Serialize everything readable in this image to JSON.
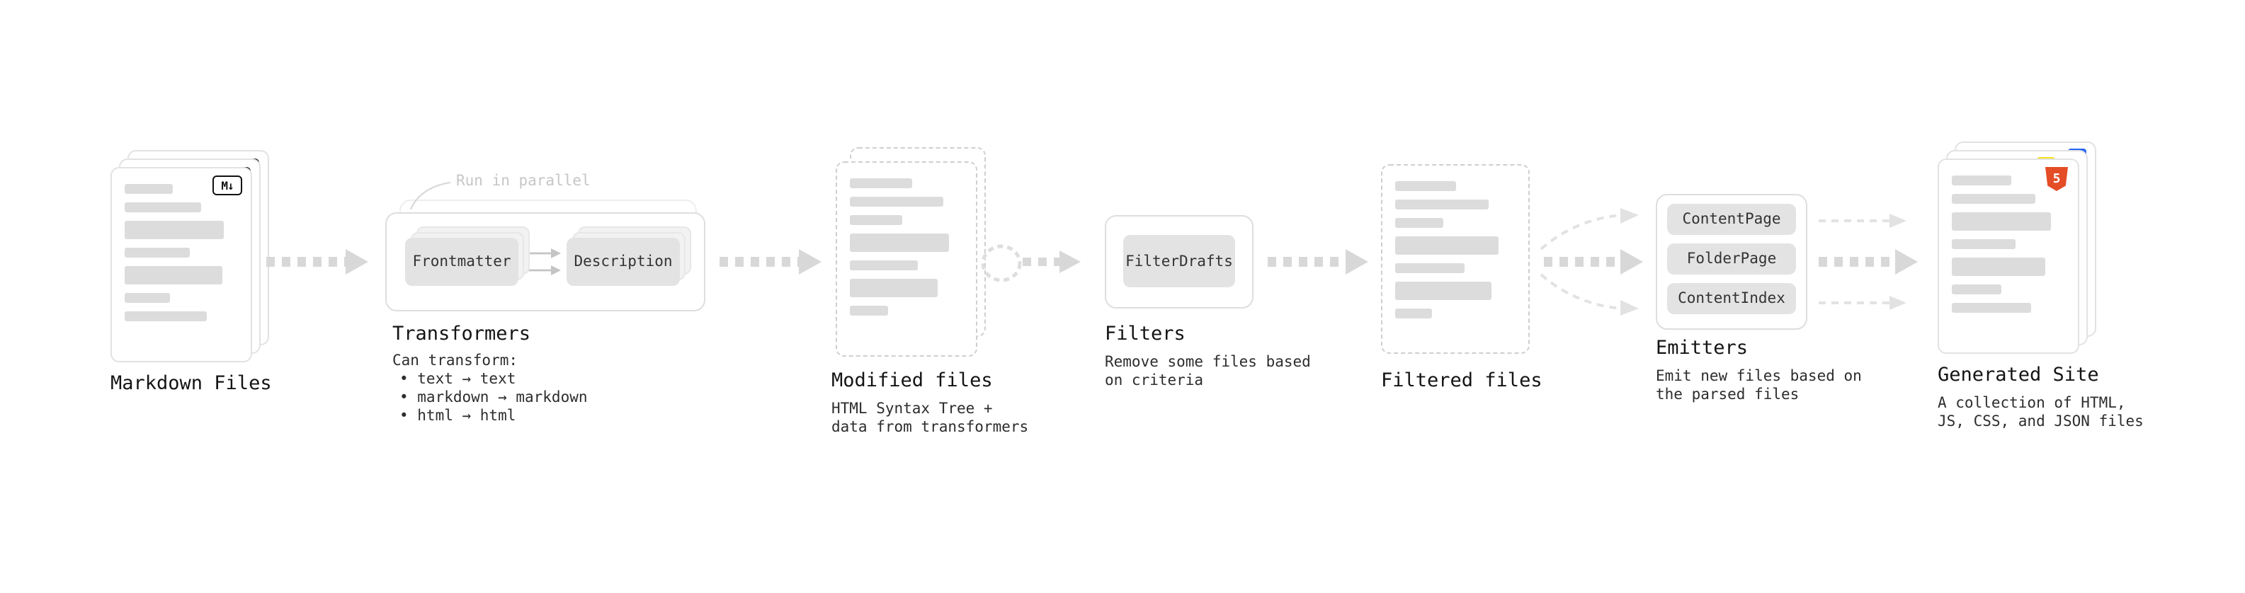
{
  "colors": {
    "arrow": "#d8d8d8",
    "thin_arrow": "#e2e2e2",
    "card_border": "#e2e2e2",
    "dashed_border": "#cfcfcf",
    "placeholder_bar": "#dcdcdc",
    "button_bg": "#e3e3e3",
    "html5_orange": "#e44d26",
    "js_yellow": "#f7df1e",
    "css_blue": "#2965f1"
  },
  "markdown_files": {
    "label": "Markdown Files",
    "badge": "M↓"
  },
  "transformers": {
    "label": "Transformers",
    "annotation": "Run in parallel",
    "buttons": [
      "Frontmatter",
      "Description"
    ],
    "desc": [
      "Can transform:",
      "• text → text",
      "• markdown → markdown",
      "• html → html"
    ]
  },
  "modified_files": {
    "label": "Modified files",
    "desc": [
      "HTML Syntax Tree +",
      "data from transformers"
    ]
  },
  "filters": {
    "label": "Filters",
    "button": "FilterDrafts",
    "desc": [
      "Remove some files based",
      "on criteria"
    ]
  },
  "filtered_files": {
    "label": "Filtered files"
  },
  "emitters": {
    "label": "Emitters",
    "buttons": [
      "ContentPage",
      "FolderPage",
      "ContentIndex"
    ],
    "desc": [
      "Emit new files based on",
      "the parsed files"
    ]
  },
  "generated_site": {
    "label": "Generated Site",
    "badge": "5",
    "desc": [
      "A collection of HTML,",
      "JS, CSS, and JSON files"
    ]
  }
}
